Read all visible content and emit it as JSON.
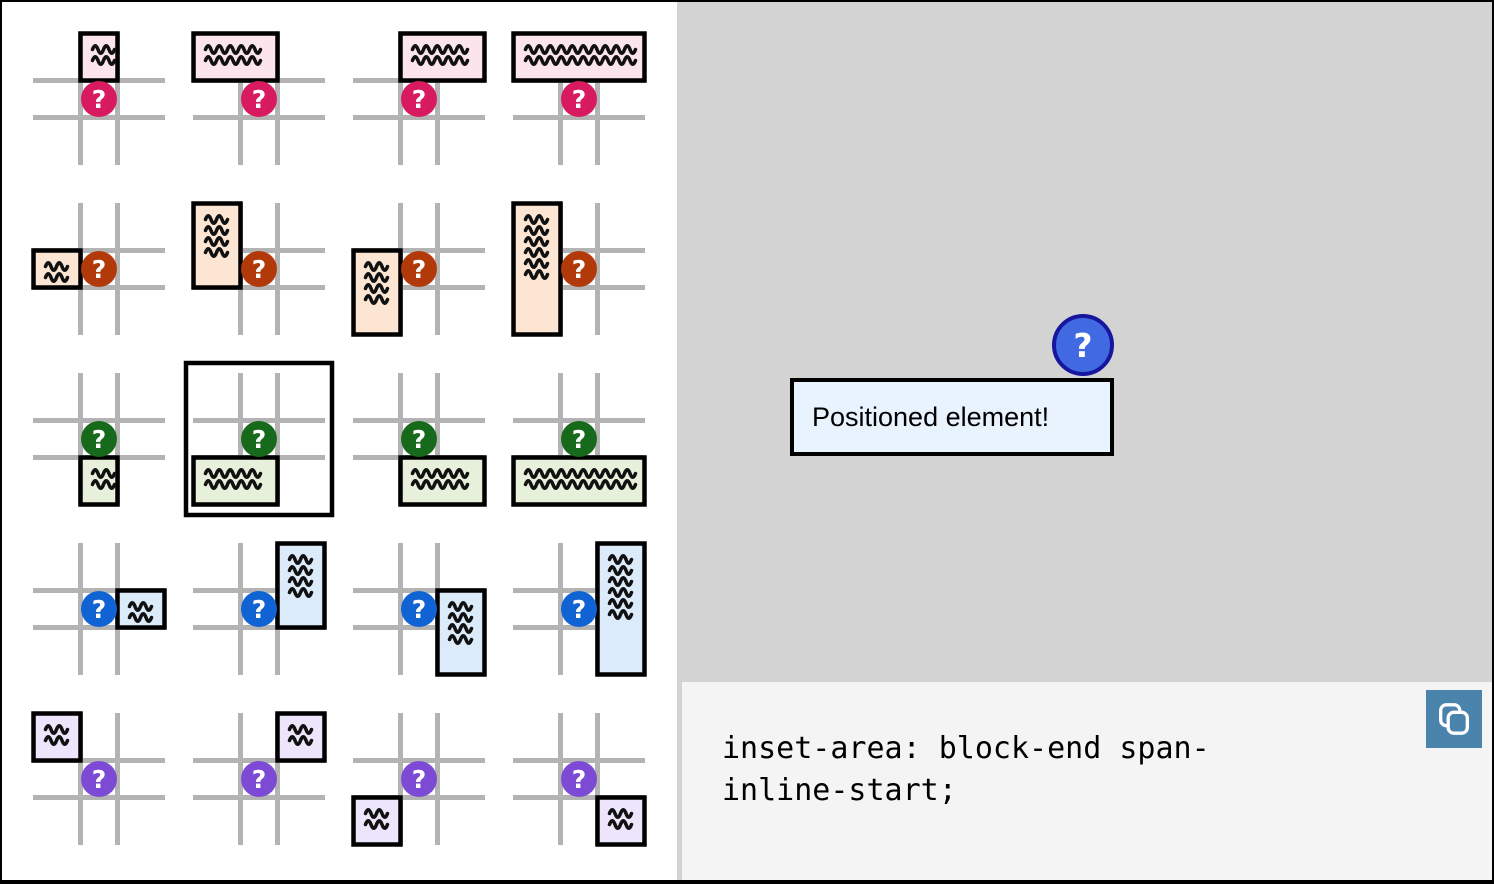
{
  "colors": {
    "left_panel_bg": "#ffffff",
    "preview_bg": "#d3d3d3",
    "code_panel_bg": "#f4f4f4",
    "grid_line": "#b3b3b3",
    "box_border": "#000000",
    "squiggle": "#111111",
    "selection_outline": "#000000",
    "copy_button_bg": "#4a84ad",
    "anchor_fill": "#4169e1",
    "anchor_border": "#16169e",
    "positioned_element_fill": "#e9f3fd",
    "positioned_element_border": "#000000"
  },
  "picker": {
    "rows": [
      {
        "group": "block-start",
        "circle_color": "#d81b60",
        "box_fill": "#fce4ec",
        "anchor_label": "?",
        "items": [
          {
            "area": "block-start",
            "selected": false
          },
          {
            "area": "block-start span-inline-start",
            "selected": false
          },
          {
            "area": "block-start span-inline-end",
            "selected": false
          },
          {
            "area": "block-start span-all",
            "selected": false
          }
        ]
      },
      {
        "group": "inline-start",
        "circle_color": "#b23a0a",
        "box_fill": "#fce6d3",
        "anchor_label": "?",
        "items": [
          {
            "area": "inline-start",
            "selected": false
          },
          {
            "area": "inline-start span-block-start",
            "selected": false
          },
          {
            "area": "inline-start span-block-end",
            "selected": false
          },
          {
            "area": "inline-start span-all",
            "selected": false
          }
        ]
      },
      {
        "group": "block-end",
        "circle_color": "#17691c",
        "box_fill": "#e7f0da",
        "anchor_label": "?",
        "items": [
          {
            "area": "block-end",
            "selected": false
          },
          {
            "area": "block-end span-inline-start",
            "selected": true
          },
          {
            "area": "block-end span-inline-end",
            "selected": false
          },
          {
            "area": "block-end span-all",
            "selected": false
          }
        ]
      },
      {
        "group": "inline-end",
        "circle_color": "#0f63d2",
        "box_fill": "#dcebfa",
        "anchor_label": "?",
        "items": [
          {
            "area": "inline-end",
            "selected": false
          },
          {
            "area": "inline-end span-block-start",
            "selected": false
          },
          {
            "area": "inline-end span-block-end",
            "selected": false
          },
          {
            "area": "inline-end span-all",
            "selected": false
          }
        ]
      },
      {
        "group": "corners",
        "circle_color": "#7d4ad6",
        "box_fill": "#ece5fb",
        "anchor_label": "?",
        "items": [
          {
            "area": "block-start inline-start",
            "selected": false
          },
          {
            "area": "block-start inline-end",
            "selected": false
          },
          {
            "area": "block-end inline-start",
            "selected": false
          },
          {
            "area": "block-end inline-end",
            "selected": false
          }
        ]
      }
    ]
  },
  "preview": {
    "anchor_label": "?",
    "element_text": "Positioned element!"
  },
  "code": {
    "declaration": "inset-area: block-end span-inline-start;"
  },
  "selected_area": "block-end span-inline-start"
}
